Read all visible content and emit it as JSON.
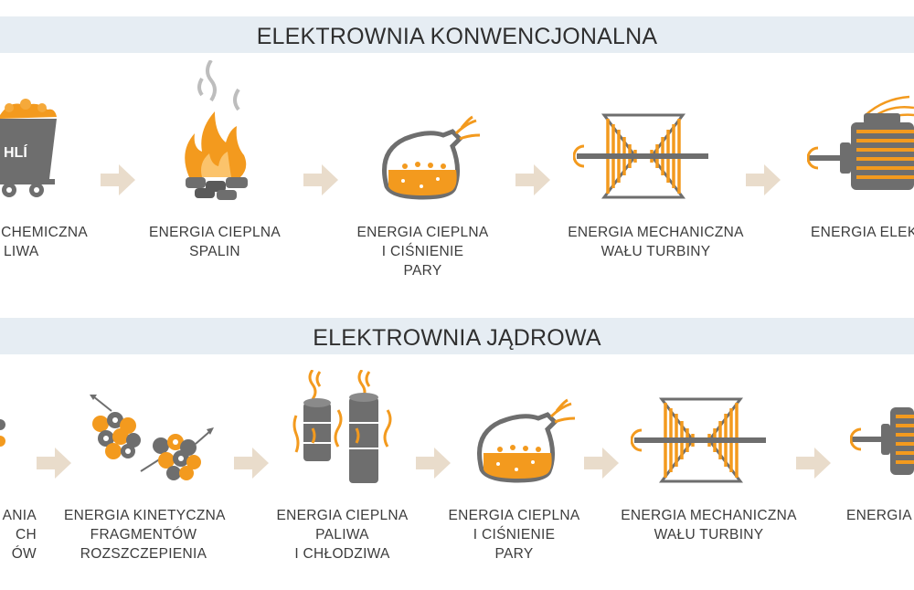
{
  "colors": {
    "orange": "#f39a1e",
    "gray": "#6e6e6e",
    "band": "#e6edf3",
    "arrow": "#e9dccb"
  },
  "conventional": {
    "title": "ELEKTROWNIA KONWENCJONALNA",
    "cart_text": "HLÍ",
    "stages": [
      {
        "lines": [
          "CHEMICZNA",
          "LIWA"
        ]
      },
      {
        "lines": [
          "ENERGIA CIEPLNA",
          "SPALIN"
        ]
      },
      {
        "lines": [
          "ENERGIA CIEPLNA",
          "I CIŚNIENIE",
          "PARY"
        ]
      },
      {
        "lines": [
          "ENERGIA MECHANICZNA",
          "WAŁU TURBINY"
        ]
      },
      {
        "lines": [
          "ENERGIA ELEKT"
        ]
      }
    ]
  },
  "nuclear": {
    "title": "ELEKTROWNIA JĄDROWA",
    "stages": [
      {
        "lines": [
          "ANIA",
          "CH",
          "ÓW"
        ]
      },
      {
        "lines": [
          "ENERGIA KINETYCZNA",
          "FRAGMENTÓW",
          "ROZSZCZEPIENIA"
        ]
      },
      {
        "lines": [
          "ENERGIA CIEPLNA",
          "PALIWA",
          "I CHŁODZIWA"
        ]
      },
      {
        "lines": [
          "ENERGIA CIEPLNA",
          "I CIŚNIENIE",
          "PARY"
        ]
      },
      {
        "lines": [
          "ENERGIA MECHANICZNA",
          "WAŁU TURBINY"
        ]
      },
      {
        "lines": [
          "ENERGIA E"
        ]
      }
    ]
  }
}
